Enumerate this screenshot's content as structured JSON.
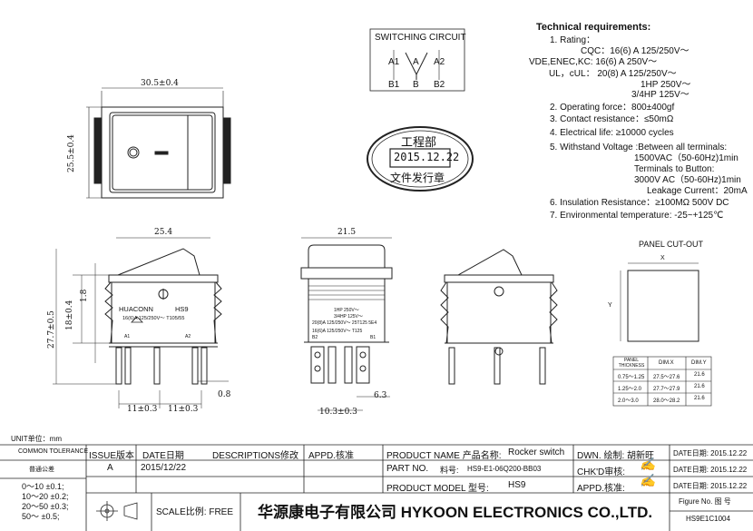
{
  "switching_circuit": {
    "title": "SWITCHING CIRCUIT",
    "labels": [
      "A1",
      "A",
      "A2",
      "B1",
      "B",
      "B2"
    ]
  },
  "stamp": {
    "line1": "工程部",
    "date": "2015.12.22",
    "line3": "文件发行章"
  },
  "tech": {
    "title": "Technical requirements:",
    "items": [
      {
        "num": "1.",
        "text": "Rating："
      },
      {
        "text": "CQC：16(6) A 125/250V～"
      },
      {
        "text": "VDE,ENEC,KC: 16(6) A  250V～"
      },
      {
        "text": "UL，cUL： 20(8) A 125/250V～"
      },
      {
        "text": "1HP  250V～"
      },
      {
        "text": "3/4HP  125V～"
      },
      {
        "num": "2.",
        "text": "Operating force：800±400gf"
      },
      {
        "num": "3.",
        "text": "Contact resistance：≤50mΩ"
      },
      {
        "num": "4.",
        "text": "Electrical life: ≥10000 cycles"
      },
      {
        "num": "5.",
        "text": "Withstand Voltage :Between all terminals:"
      },
      {
        "text": "1500VAC（50-60Hz)1min"
      },
      {
        "text": "Terminals to Button:"
      },
      {
        "text": "3000V AC（50-60Hz)1min"
      },
      {
        "text": "Leakage Current：20mA"
      },
      {
        "num": "6.",
        "text": "Insulation Resistance：≥100MΩ  500V DC"
      },
      {
        "num": "7.",
        "text": "Environmental temperature: -25~+125℃"
      }
    ]
  },
  "dims": {
    "top_width": "30.5±0.4",
    "top_height": "25.5±0.4",
    "front_width": "25.4",
    "h_1_8": "1.8",
    "h_18": "18±0.4",
    "h_27_7": "27.7±0.5",
    "pitch_left": "11±0.3",
    "pitch_right": "11±0.3",
    "thick": "0.8",
    "side_width": "21.5",
    "side_pitch": "10.3±0.3",
    "side_depth": "6.3"
  },
  "front_marking": {
    "brand": "HUACONN",
    "model": "HS9",
    "rating": "16(6)A 125/250V～ T105/55",
    "a1": "A1",
    "a2": "A2"
  },
  "side_marking": {
    "lines": [
      "1HP  250V～",
      "3/4HP  125V～",
      "20(8)A 125/250V～ 25T125 5E4",
      "16(6)A 125/250V～ T125"
    ],
    "b2": "B2",
    "b1": "B1"
  },
  "panel_cutout": {
    "title": "PANEL CUT-OUT",
    "x_label": "X",
    "y_label": "Y",
    "table": {
      "headers": [
        "PANEL THICKNESS",
        "DIM.X",
        "DIM.Y"
      ],
      "rows": [
        [
          "0.75～1.25",
          "27.5～27.6",
          "21.6"
        ],
        [
          "1.25～2.0",
          "27.7～27.9",
          "21.6"
        ],
        [
          "2.0～3.0",
          "28.0～28.2",
          "21.6"
        ]
      ]
    }
  },
  "title_block": {
    "unit": "UNIT单位：mm",
    "common_tolerance": "COMMON TOLERANCE",
    "tol_cn": "普通公差",
    "tolerances": [
      [
        "0～10",
        "±0.1;"
      ],
      [
        "10～20",
        "±0.2;"
      ],
      [
        "20～50",
        "±0.3;"
      ],
      [
        "50～",
        "±0.5;"
      ]
    ],
    "issue_label": "ISSUE版本",
    "issue_value": "A",
    "date_label": "DATE日期",
    "date_value": "2015/12/22",
    "desc_label": "DESCRIPTIONS修改",
    "appd_label": "APPD.核准",
    "product_name_label": "PRODUCT NAME  产品名称:",
    "product_name_value": "Rocker switch",
    "part_no_label": "PART NO.",
    "part_no_cn": "料号:",
    "part_no_value": "HS9-E1-06Q200-BB03",
    "model_label": "PRODUCT MODEL  型号:",
    "model_value": "HS9",
    "scale_label": "SCALE比例: FREE",
    "company": "华源康电子有限公司  HYKOON ELECTRONICS CO.,LTD.",
    "dwn_label": "DWN. 绘制:",
    "dwn_value": "胡新旺",
    "chk_label": "CHK'D审核:",
    "appd2_label": "APPD.核准:",
    "date_rows": [
      "DATE日期: 2015.12.22",
      "DATE日期: 2015.12.22",
      "DATE日期: 2015.12.22"
    ],
    "figure_label": "Figure No.  图 号",
    "figure_value": "HS9E1C1004"
  }
}
